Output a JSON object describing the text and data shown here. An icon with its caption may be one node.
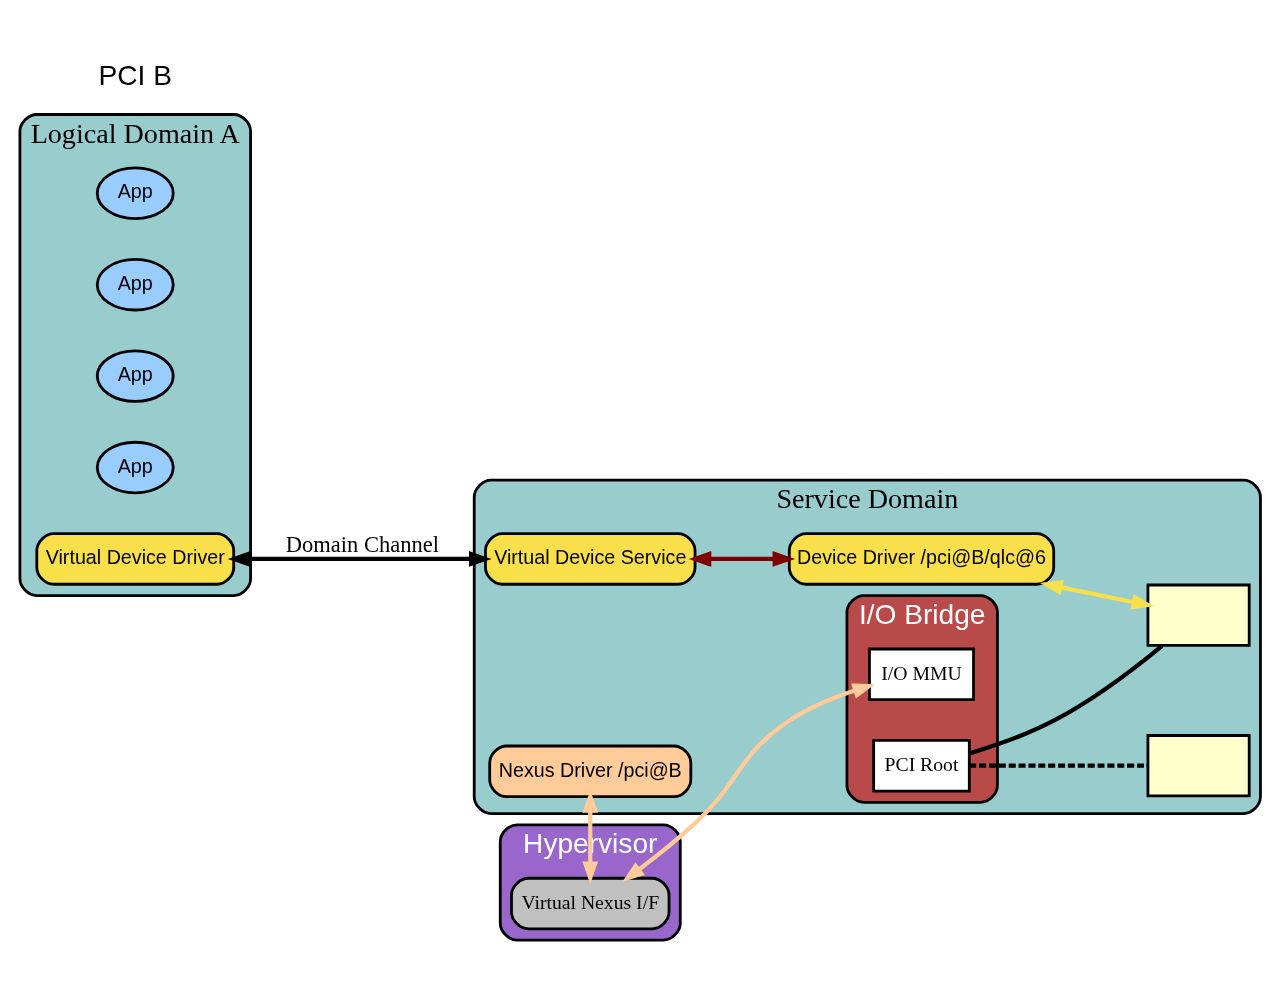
{
  "diagram": {
    "nodes": [
      {
        "text": [
          "Logical Domain A"
        ]
      },
      {
        "text": [
          "App"
        ],
        "in": 0
      },
      {
        "text": [
          "App"
        ],
        "in": 0
      },
      {
        "text": [
          "App"
        ],
        "in": 0
      },
      {
        "text": [
          "App"
        ],
        "in": 0
      },
      {
        "text": [
          "Virtual Device Driver"
        ],
        "in": 0
      },
      {
        "text": [
          "Service Domain"
        ]
      },
      {
        "text": [
          "Device Driver /pci@B/qlc@6"
        ],
        "in": 6
      },
      {
        "text": [
          "Virtual Device Service"
        ],
        "in": 6
      },
      {
        "text": [
          "Nexus Driver /pci@B"
        ],
        "in": 6
      },
      {
        "text": [
          "Hypervisor"
        ]
      },
      {
        "text": [
          "Virtual Nexus I/F"
        ],
        "in": 10
      },
      {
        "text": [
          "I/O Bridge"
        ],
        "in": 6
      },
      {
        "text": [
          "I/O MMU"
        ],
        "in": 12
      },
      {
        "text": [
          "PCI Root"
        ],
        "in": 12
      },
      {
        "text": [],
        "shape": "box",
        "in": 6
      },
      {
        "text": [],
        "shape": "box",
        "in": 6
      }
    ],
    "edges": [
      {
        "from": 5,
        "to": 8,
        "arrow": "both",
        "label": "Domain Channel"
      },
      {
        "from": 8,
        "to": 7,
        "arrow": "both",
        "color": "#800000"
      },
      {
        "from": 9,
        "to": 11,
        "arrow": "both",
        "color": "#ffcc99"
      },
      {
        "from": 11,
        "to": 13,
        "arrow": "both",
        "color": "#ffcc99"
      },
      {
        "from": 7,
        "to": 15,
        "arrow": "both",
        "color": "#f9e04b"
      },
      {
        "from": 14,
        "to": 15,
        "arrow": "none"
      },
      {
        "from": 14,
        "to": 16,
        "arrow": "none",
        "style": "dashed"
      }
    ],
    "labels": [
      "PCI B"
    ]
  }
}
